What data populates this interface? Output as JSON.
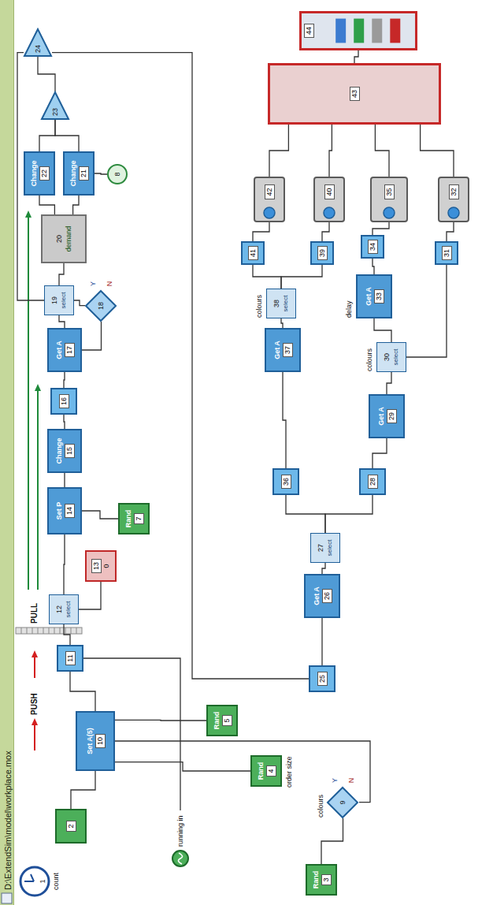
{
  "diagram": {
    "title": "D:\\ExtendSim\\model\\workplace.mox",
    "nodes": [
      {
        "text": [
          "1",
          "count"
        ]
      },
      {
        "text": [
          "2"
        ]
      },
      {
        "text": [
          "Rand",
          "3"
        ]
      },
      {
        "text": [
          "9",
          "Y",
          "N"
        ]
      },
      {
        "text": [
          "Rand",
          "4"
        ]
      },
      {
        "text": [
          "Rand",
          "5"
        ]
      },
      {
        "text": [
          "Set A(5)",
          "10"
        ]
      },
      {
        "text": [
          "running in"
        ]
      },
      {
        "text": [
          "11"
        ]
      },
      {
        "text": [
          "12",
          "select"
        ]
      },
      {
        "text": [
          "13",
          "0"
        ]
      },
      {
        "text": [
          "Set P",
          "14"
        ]
      },
      {
        "text": [
          "Rand",
          "7"
        ]
      },
      {
        "text": [
          "Change",
          "15"
        ]
      },
      {
        "text": [
          "16"
        ]
      },
      {
        "text": [
          "Get A",
          "17"
        ]
      },
      {
        "text": [
          "18",
          "Y",
          "N"
        ]
      },
      {
        "text": [
          "19",
          "select"
        ]
      },
      {
        "text": [
          "20",
          "demand"
        ]
      },
      {
        "text": [
          "Change",
          "22"
        ]
      },
      {
        "text": [
          "Change",
          "21"
        ]
      },
      {
        "text": [
          "8"
        ]
      },
      {
        "text": [
          "23"
        ]
      },
      {
        "text": [
          "24"
        ]
      },
      {
        "text": [
          "25"
        ]
      },
      {
        "text": [
          "Get A",
          "26"
        ]
      },
      {
        "text": [
          "27",
          "select"
        ]
      },
      {
        "text": [
          "36"
        ]
      },
      {
        "text": [
          "28"
        ]
      },
      {
        "text": [
          "Get A",
          "37"
        ]
      },
      {
        "text": [
          "Get A",
          "29"
        ]
      },
      {
        "text": [
          "38",
          "select"
        ]
      },
      {
        "text": [
          "30",
          "select"
        ]
      },
      {
        "text": [
          "Get A",
          "33"
        ]
      },
      {
        "text": [
          "41"
        ]
      },
      {
        "text": [
          "39"
        ]
      },
      {
        "text": [
          "34"
        ]
      },
      {
        "text": [
          "31"
        ]
      },
      {
        "text": [
          "42"
        ]
      },
      {
        "text": [
          "40"
        ]
      },
      {
        "text": [
          "35"
        ]
      },
      {
        "text": [
          "32"
        ]
      },
      {
        "text": [
          "43"
        ]
      },
      {
        "text": [
          "44"
        ]
      }
    ],
    "edges": [
      {
        "from": 1,
        "to": 6,
        "arrow": "none"
      },
      {
        "from": 2,
        "to": 3,
        "arrow": "none"
      },
      {
        "from": 3,
        "to": 6,
        "arrow": "none"
      },
      {
        "from": 4,
        "to": 6,
        "arrow": "none"
      },
      {
        "from": 5,
        "to": 6,
        "arrow": "none"
      },
      {
        "from": 6,
        "to": 8,
        "arrow": "none"
      },
      {
        "from": 8,
        "to": 7,
        "arrow": "none"
      },
      {
        "from": 8,
        "to": 9,
        "arrow": "none"
      },
      {
        "from": 9,
        "to": 11,
        "arrow": "none"
      },
      {
        "from": 9,
        "to": 10,
        "arrow": "none"
      },
      {
        "from": 12,
        "to": 11,
        "arrow": "none"
      },
      {
        "from": 11,
        "to": 13,
        "arrow": "none"
      },
      {
        "from": 13,
        "to": 14,
        "arrow": "none"
      },
      {
        "from": 14,
        "to": 15,
        "arrow": "none"
      },
      {
        "from": 15,
        "to": 17,
        "arrow": "none"
      },
      {
        "from": 15,
        "to": 16,
        "arrow": "none"
      },
      {
        "from": 16,
        "to": 17,
        "arrow": "none"
      },
      {
        "from": 17,
        "to": 18,
        "arrow": "none"
      },
      {
        "from": 17,
        "to": 23,
        "arrow": "none"
      },
      {
        "from": 18,
        "to": 19,
        "arrow": "none"
      },
      {
        "from": 18,
        "to": 20,
        "arrow": "none"
      },
      {
        "from": 21,
        "to": 20,
        "arrow": "none"
      },
      {
        "from": 19,
        "to": 22,
        "arrow": "none"
      },
      {
        "from": 20,
        "to": 22,
        "arrow": "none"
      },
      {
        "from": 22,
        "to": 23,
        "arrow": "none"
      },
      {
        "from": 23,
        "to": 24,
        "arrow": "none"
      },
      {
        "from": 24,
        "to": 25,
        "arrow": "none"
      },
      {
        "from": 25,
        "to": 26,
        "arrow": "none"
      },
      {
        "from": 26,
        "to": 27,
        "arrow": "none"
      },
      {
        "from": 26,
        "to": 28,
        "arrow": "none"
      },
      {
        "from": 27,
        "to": 29,
        "arrow": "none"
      },
      {
        "from": 28,
        "to": 30,
        "arrow": "none"
      },
      {
        "from": 29,
        "to": 31,
        "arrow": "none"
      },
      {
        "from": 30,
        "to": 32,
        "arrow": "none"
      },
      {
        "from": 31,
        "to": 34,
        "arrow": "none"
      },
      {
        "from": 31,
        "to": 35,
        "arrow": "none"
      },
      {
        "from": 32,
        "to": 33,
        "arrow": "none"
      },
      {
        "from": 32,
        "to": 37,
        "arrow": "none"
      },
      {
        "from": 33,
        "to": 36,
        "arrow": "none"
      },
      {
        "from": 34,
        "to": 38,
        "arrow": "none"
      },
      {
        "from": 35,
        "to": 39,
        "arrow": "none"
      },
      {
        "from": 36,
        "to": 40,
        "arrow": "none"
      },
      {
        "from": 37,
        "to": 41,
        "arrow": "none"
      },
      {
        "from": 38,
        "to": 42,
        "arrow": "none"
      },
      {
        "from": 39,
        "to": 42,
        "arrow": "none"
      },
      {
        "from": 40,
        "to": 42,
        "arrow": "none"
      },
      {
        "from": 41,
        "to": 42,
        "arrow": "none"
      },
      {
        "from": 42,
        "to": 43,
        "arrow": "none"
      }
    ],
    "labels": [
      "PUSH",
      "PULL",
      "colours",
      "colours",
      "colours",
      "delay",
      "order size"
    ]
  }
}
